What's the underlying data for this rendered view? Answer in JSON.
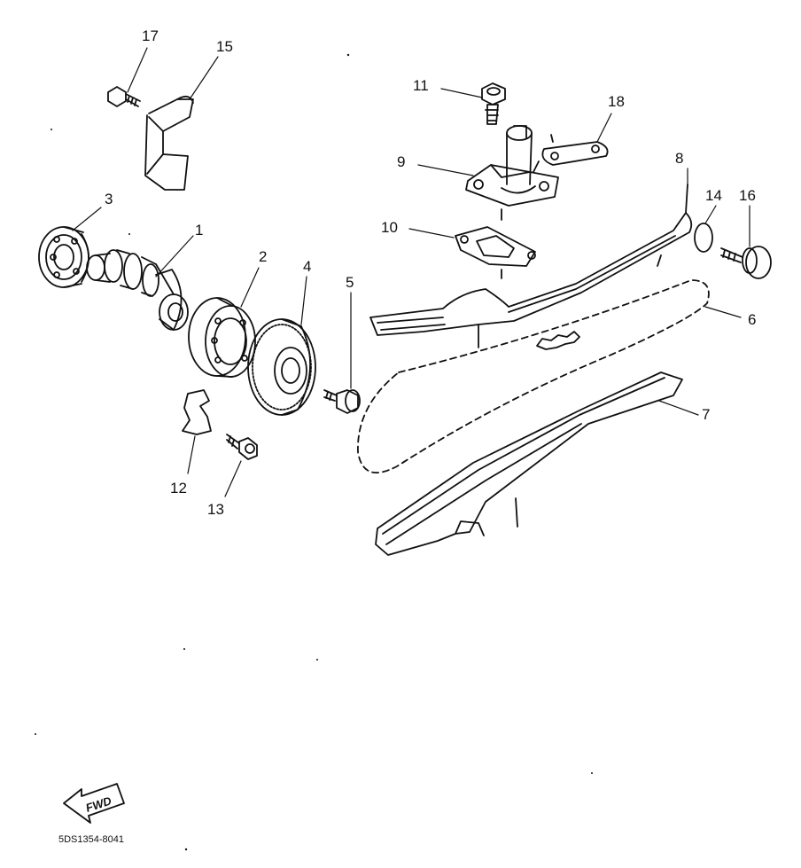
{
  "diagram": {
    "part_code": "5DS1354-8041",
    "fwd_label": "FWD",
    "callouts": [
      "1",
      "2",
      "3",
      "4",
      "5",
      "6",
      "7",
      "8",
      "9",
      "10",
      "11",
      "12",
      "13",
      "14",
      "15",
      "16",
      "17",
      "18"
    ],
    "colors": {
      "ink": "#111111",
      "background": "#ffffff"
    }
  }
}
